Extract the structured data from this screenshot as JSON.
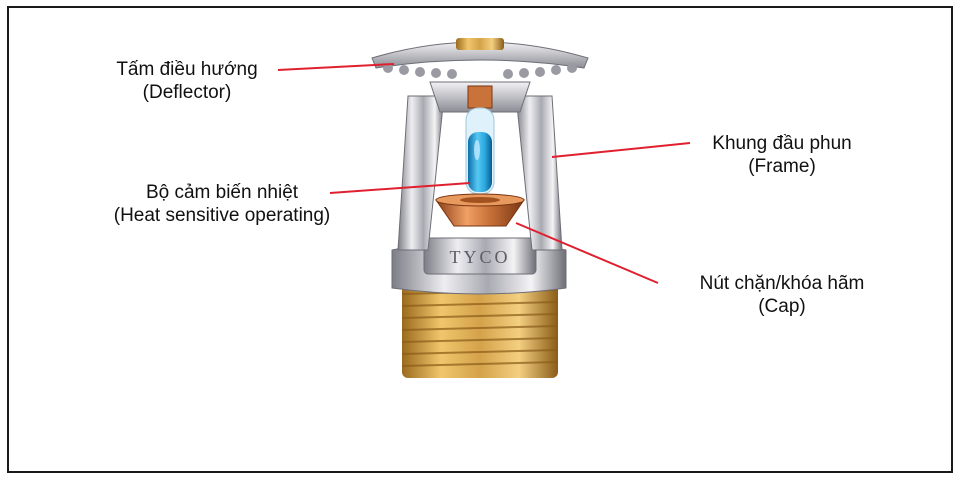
{
  "labels": {
    "deflector": {
      "vi": "Tấm điều hướng",
      "en": "(Deflector)"
    },
    "bulb": {
      "vi": "Bộ cảm biến nhiệt",
      "en": "(Heat sensitive operating)"
    },
    "frame": {
      "vi": "Khung đầu phun",
      "en": "(Frame)"
    },
    "cap": {
      "vi": "Nút chặn/khóa hãm",
      "en": "(Cap)"
    }
  },
  "brand_mark": "TYCO",
  "colors": {
    "leader": "#e0202e",
    "chrome": "#c9c9cf",
    "brass": "#d4a24a",
    "bulb_liquid": "#2aa8e0",
    "cap": "#c9733a",
    "border": "#1a1a1a"
  },
  "icons": [
    "sprinkler-head-image"
  ]
}
